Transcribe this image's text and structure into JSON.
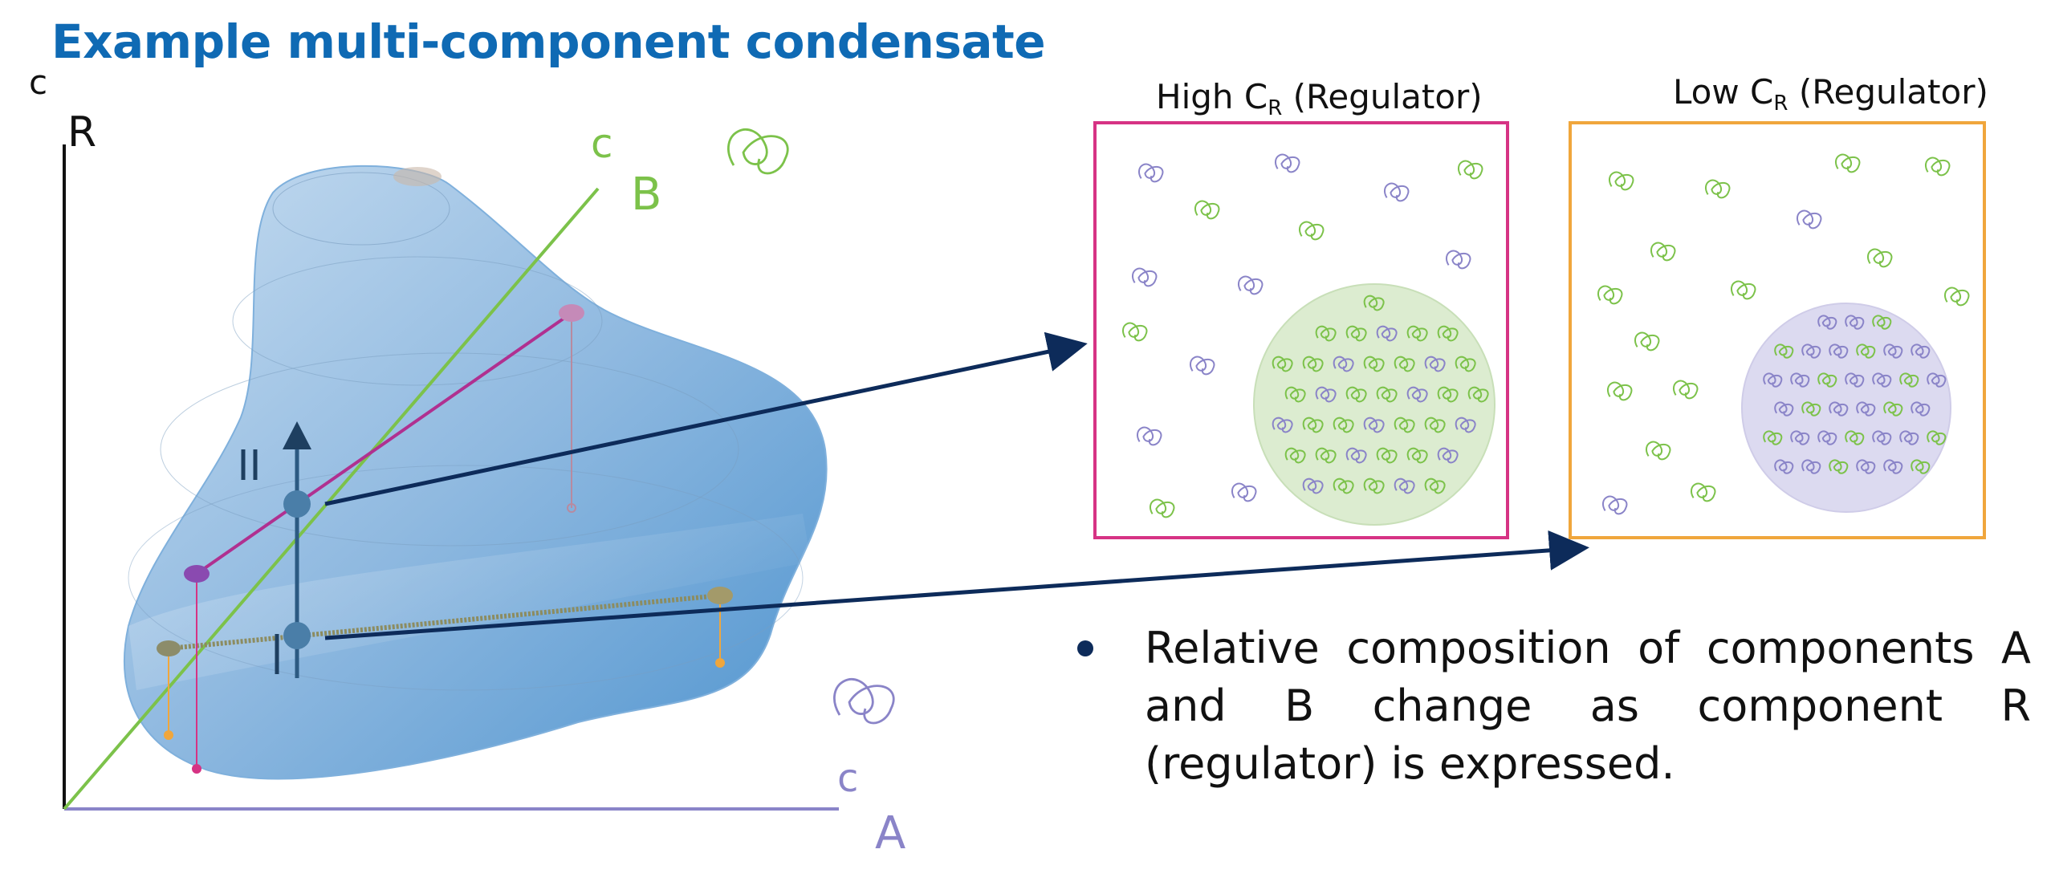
{
  "title": "Example multi-component condensate",
  "axes": {
    "r_c": "c",
    "r_letter": "R",
    "b_c": "c",
    "b_letter": "B",
    "a_c": "c",
    "a_letter": "A"
  },
  "panels": {
    "high": {
      "prefix": "High C",
      "sub": "R",
      "suffix": " (Regulator)",
      "border_color": "#d63384"
    },
    "low": {
      "prefix": "Low C",
      "sub": "R",
      "suffix": " (Regulator)",
      "border_color": "#f0a63c"
    }
  },
  "bullet": {
    "text": "Relative composition of components A and B change as component R (regulator) is expressed."
  },
  "colors": {
    "component_a": "#8a84c8",
    "component_b": "#7cc24a",
    "arrow": "#0d2b5a",
    "tie_line_high": "#b03090",
    "tie_line_low": "#8c8c60",
    "blob": "#6fa8d8"
  },
  "icons": {
    "molecule_b": "squiggle-green-icon",
    "molecule_a": "squiggle-purple-icon",
    "equals": "equals-icon"
  }
}
